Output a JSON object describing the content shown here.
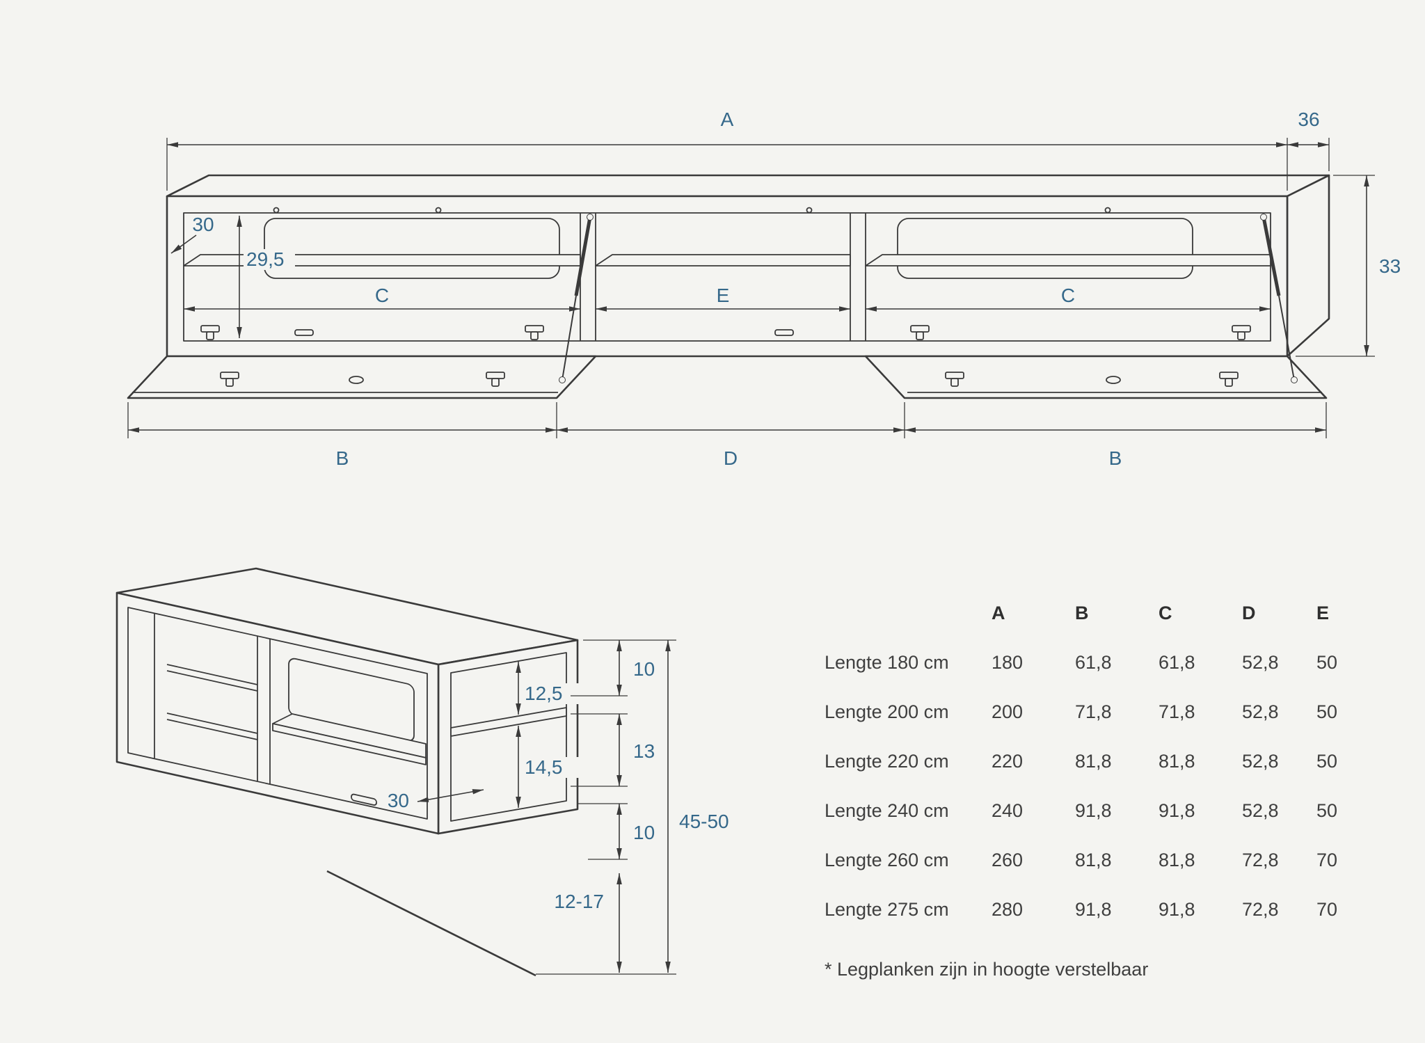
{
  "colors": {
    "background": "#f4f4f1",
    "line": "#3a3a3a",
    "dimension_label": "#35688a",
    "table_text": "#3f3f3f"
  },
  "front_view": {
    "total_width_label": "A",
    "depth_label": "36",
    "shelf_depth_label": "30",
    "inner_height_label": "29,5",
    "left_compartment_label": "C",
    "middle_compartment_label": "E",
    "right_compartment_label": "C",
    "height_label": "33",
    "left_door_label": "B",
    "middle_section_label": "D",
    "right_door_label": "B"
  },
  "iso_view": {
    "above_shelf_label": "12,5",
    "top_offset_label": "10",
    "middle_offset_label": "13",
    "below_shelf_label": "14,5",
    "depth_label": "30",
    "bottom_offset_label": "10",
    "mount_height_label": "45-50",
    "floor_gap_label": "12-17"
  },
  "table": {
    "columns": [
      "A",
      "B",
      "C",
      "D",
      "E"
    ],
    "rows": [
      {
        "label": "Lengte 180 cm",
        "values": [
          "180",
          "61,8",
          "61,8",
          "52,8",
          "50"
        ]
      },
      {
        "label": "Lengte 200 cm",
        "values": [
          "200",
          "71,8",
          "71,8",
          "52,8",
          "50"
        ]
      },
      {
        "label": "Lengte 220 cm",
        "values": [
          "220",
          "81,8",
          "81,8",
          "52,8",
          "50"
        ]
      },
      {
        "label": "Lengte 240 cm",
        "values": [
          "240",
          "91,8",
          "91,8",
          "52,8",
          "50"
        ]
      },
      {
        "label": "Lengte 260 cm",
        "values": [
          "260",
          "81,8",
          "81,8",
          "72,8",
          "70"
        ]
      },
      {
        "label": "Lengte 275 cm",
        "values": [
          "280",
          "91,8",
          "91,8",
          "72,8",
          "70"
        ]
      }
    ],
    "footnote": "* Legplanken zijn in hoogte verstelbaar"
  }
}
